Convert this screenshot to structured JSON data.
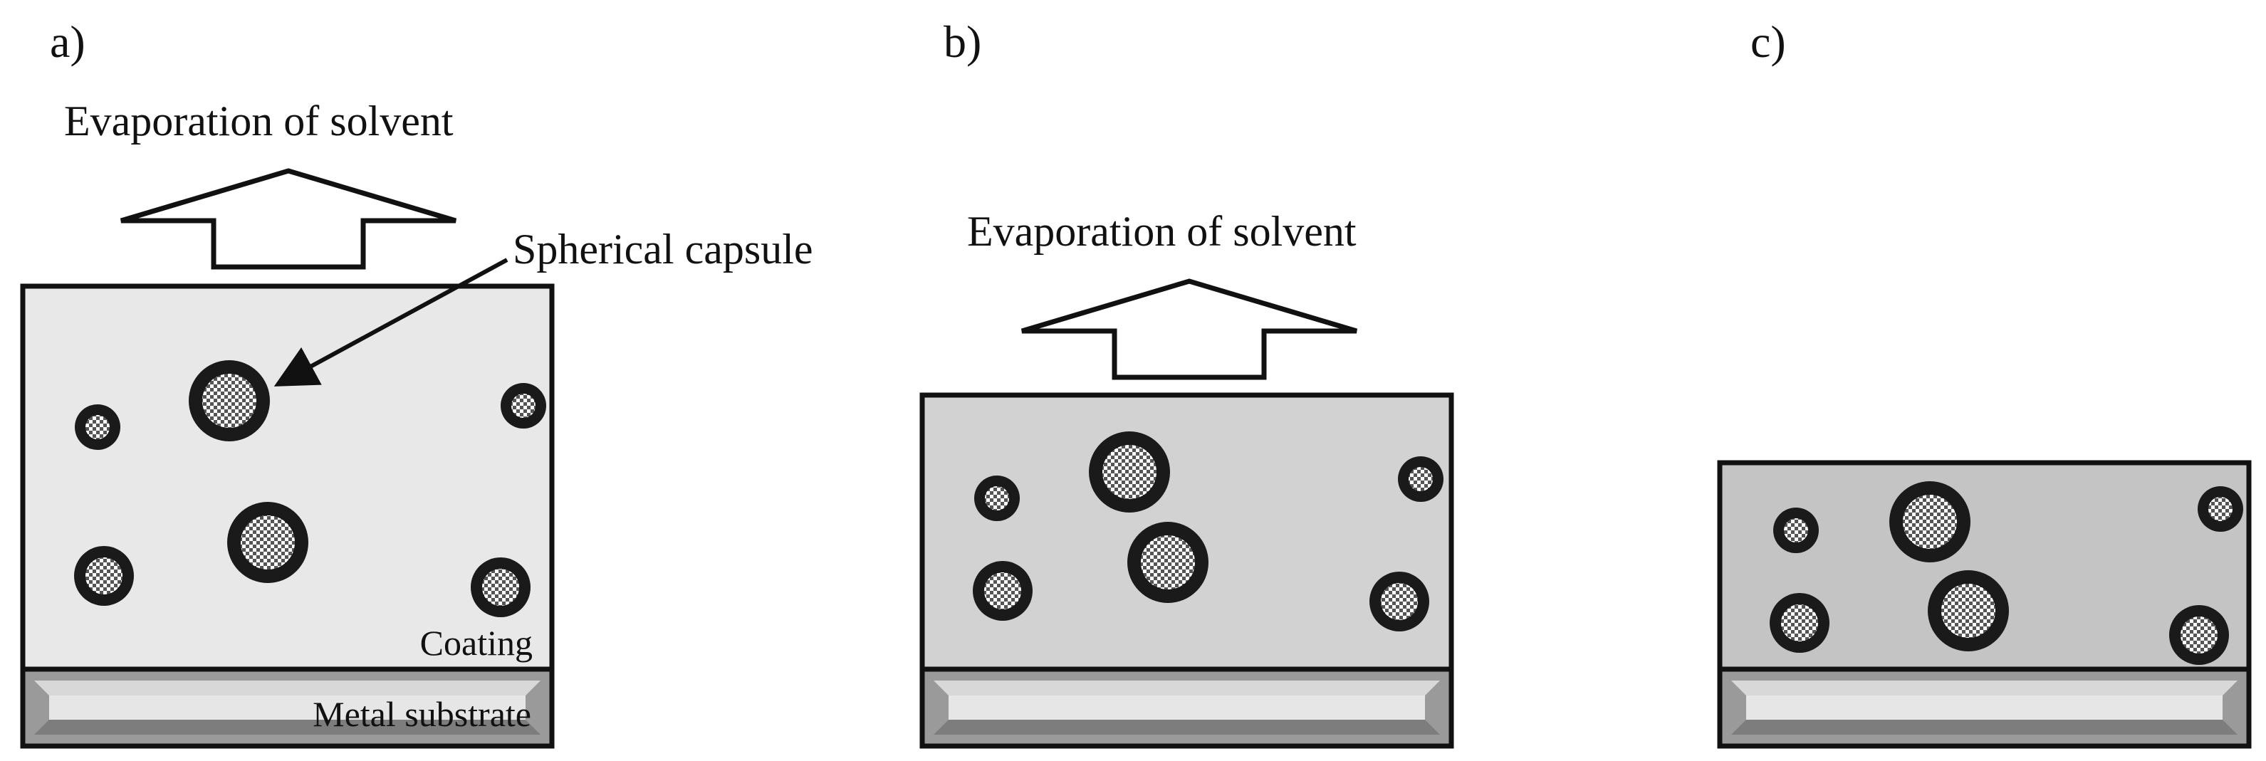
{
  "panels": [
    {
      "label": "a)",
      "arrow_label": "Evaporation of solvent",
      "coating_label": "Coating",
      "substrate_label": "Metal substrate"
    },
    {
      "label": "b)",
      "arrow_label": "Evaporation of solvent"
    },
    {
      "label": "c)"
    }
  ],
  "callout": {
    "label": "Spherical capsule"
  },
  "colors": {
    "outline": "#111111",
    "coating_a": "#e8e8e8",
    "coating_b": "#d2d2d2",
    "coating_c": "#c4c4c4",
    "substrate_face": "#e6e6e6",
    "substrate_bevel": "#9a9a9a",
    "capsule_shell": "#1a1a1a"
  }
}
